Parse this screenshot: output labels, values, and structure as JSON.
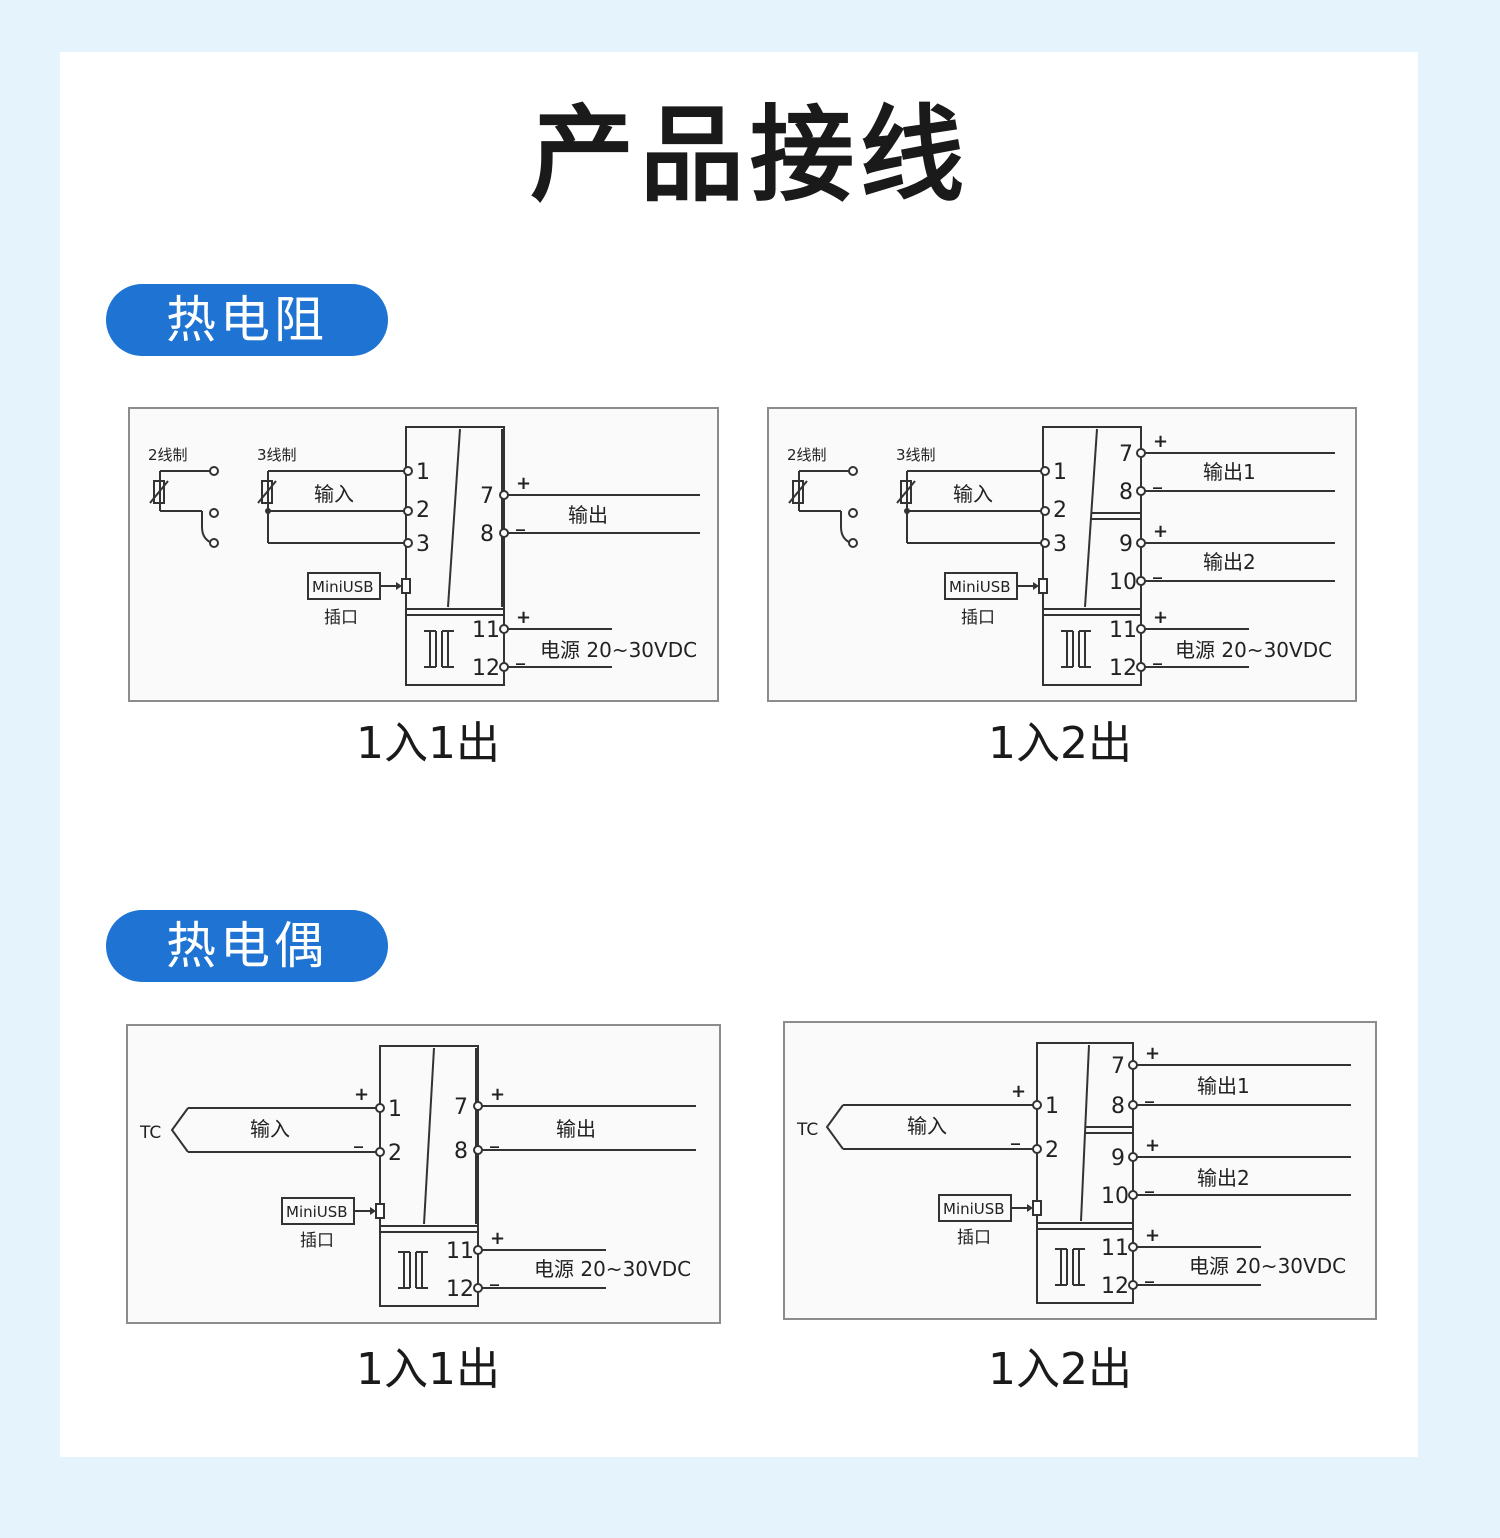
{
  "page": {
    "title": "产品接线"
  },
  "sections": [
    {
      "label": "热电阻",
      "diagrams": [
        {
          "caption": "1入1出"
        },
        {
          "caption": "1入2出"
        }
      ]
    },
    {
      "label": "热电偶",
      "diagrams": [
        {
          "caption": "1入1出"
        },
        {
          "caption": "1入2出"
        }
      ]
    }
  ],
  "labels": {
    "two_wire": "2线制",
    "three_wire": "3线制",
    "input": "输入",
    "output": "输出",
    "output1": "输出1",
    "output2": "输出2",
    "power": "电源 20~30VDC",
    "miniusb": "MiniUSB",
    "port": "插口",
    "tc": "TC",
    "plus": "+",
    "minus": "_"
  },
  "terminals": {
    "t1": "1",
    "t2": "2",
    "t3": "3",
    "t7": "7",
    "t8": "8",
    "t9": "9",
    "t10": "10",
    "t11": "11",
    "t12": "12"
  }
}
